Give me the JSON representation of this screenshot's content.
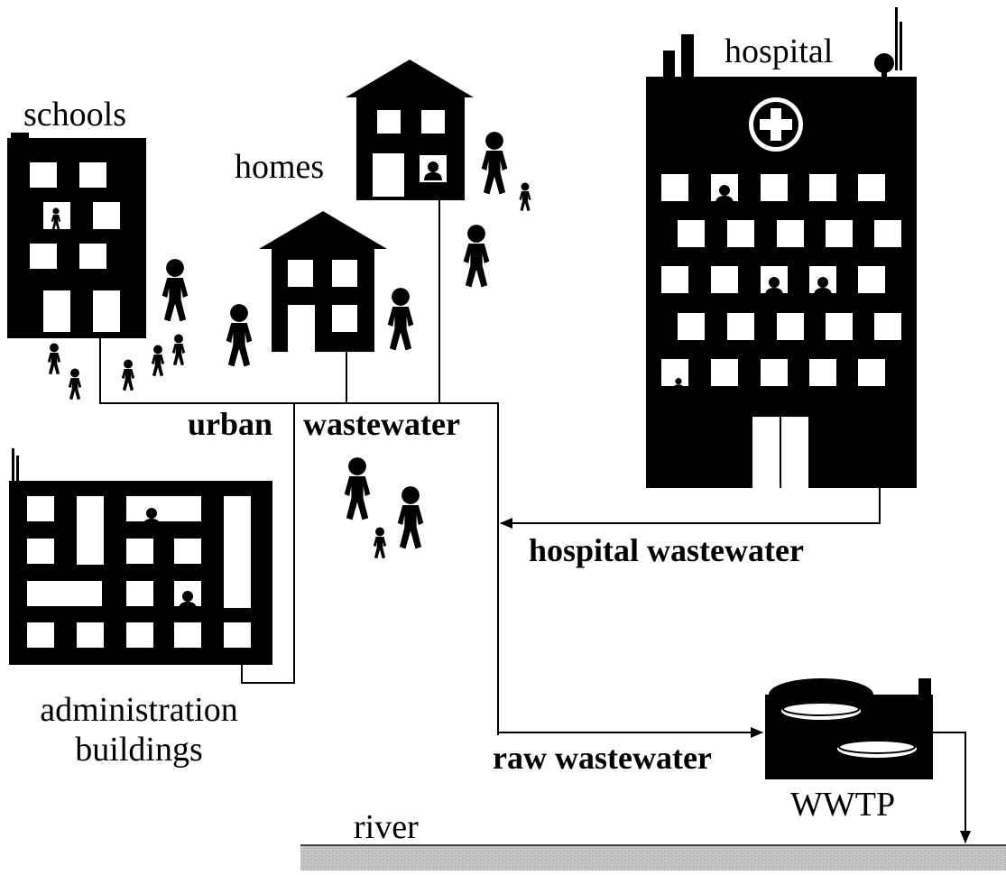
{
  "labels": {
    "schools": "schools",
    "homes": "homes",
    "hospital": "hospital",
    "urban": "urban",
    "wastewater": "wastewater",
    "hospital_wastewater": "hospital wastewater",
    "admin_line1": "administration",
    "admin_line2": "buildings",
    "raw_wastewater": "raw wastewater",
    "wwtp": "WWTP",
    "river": "river"
  },
  "colors": {
    "ink": "#000000",
    "window": "#ffffff",
    "river": "#b8b8b8"
  }
}
